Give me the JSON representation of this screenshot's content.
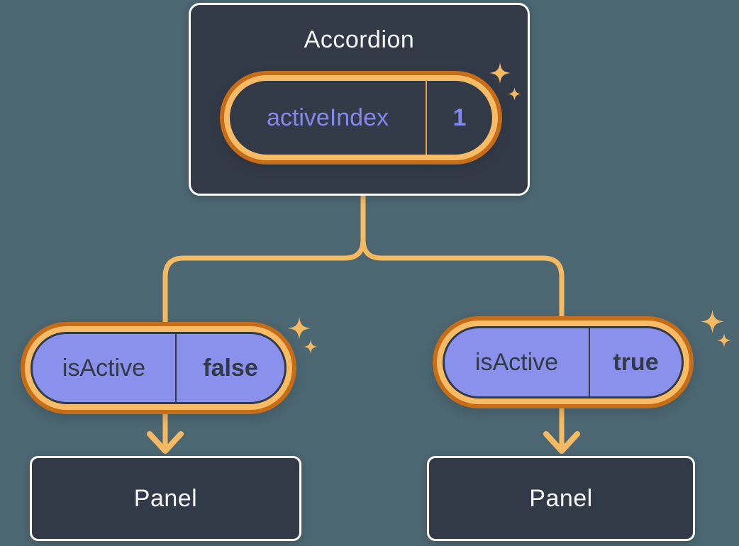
{
  "colors": {
    "background": "#4C6771",
    "box_bg": "#333A47",
    "box_border": "#FFFFFF",
    "text_light": "#F6F7F9",
    "text_dark": "#333A47",
    "purple_text": "#8289EA",
    "purple_fill": "#8A91EC",
    "ring_outer": "#C76D18",
    "ring_inner": "#F9BC66",
    "connector": "#F6BA63",
    "divider_orange": "#E9A23B",
    "sparkle": "#F6BA63"
  },
  "accordion": {
    "title": "Accordion",
    "state": {
      "name": "activeIndex",
      "value": "1"
    }
  },
  "children": [
    {
      "prop": {
        "name": "isActive",
        "value": "false"
      },
      "panel": "Panel"
    },
    {
      "prop": {
        "name": "isActive",
        "value": "true"
      },
      "panel": "Panel"
    }
  ]
}
